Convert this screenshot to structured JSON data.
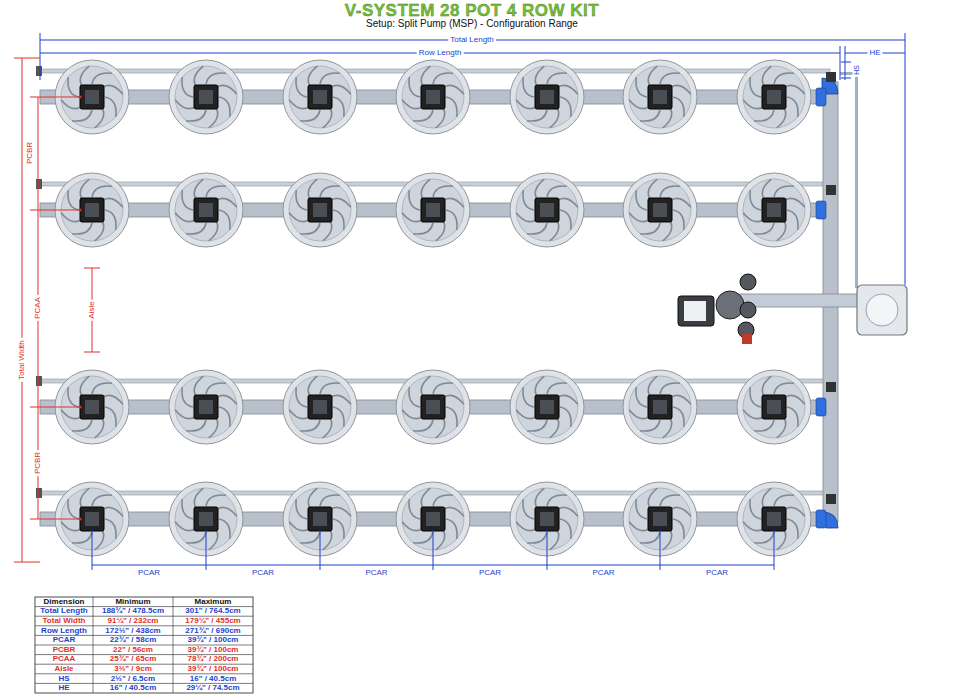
{
  "diagram": {
    "title": "V-SYSTEM 28 POT 4 ROW KIT",
    "labels": [
      "Setup: Split Pump (MSP) - Configuration Range",
      "Total Length",
      "Row Length",
      "HE",
      "HS",
      "PCBR",
      "Total Width",
      "PCAA",
      "Aisle",
      "PCBR",
      "PCAR",
      "PCAR",
      "PCAR",
      "PCAR",
      "PCAR",
      "PCAR",
      "Dimension",
      "Minimum",
      "Maximum",
      "Total Length",
      "188¾\" / 478.5cm",
      "301\" / 764.5cm",
      "Total Width",
      "91¼\" / 232cm",
      "179¼\" / 455cm",
      "Row Length",
      "172½\" / 438cm",
      "271¾\" / 690cm",
      "PCAR",
      "22¾\" / 58cm",
      "39¾\" / 100cm",
      "PCBR",
      "22\" / 56cm",
      "39¾\" / 100cm",
      "PCAA",
      "25¾\" / 65cm",
      "78¾\" / 200cm",
      "Aisle",
      "3½\" / 9cm",
      "39¾\" / 100cm",
      "HS",
      "2½\" / 6.5cm",
      "16\" / 40.5cm",
      "HE",
      "16\" / 40.5cm",
      "29¼\" / 74.5cm"
    ]
  }
}
